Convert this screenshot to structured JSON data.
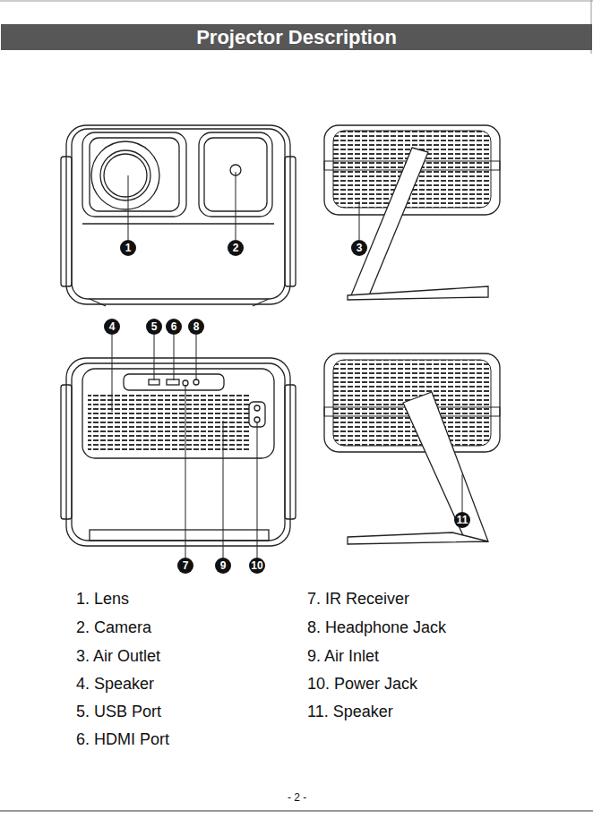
{
  "diagram": {
    "title": "Projector Description",
    "labels": [
      "1",
      "2",
      "3",
      "4",
      "5",
      "6",
      "8",
      "7",
      "9",
      "10",
      "11",
      "1. Lens",
      "2. Camera",
      "3. Air Outlet",
      "4. Speaker",
      "5. USB Port",
      "6. HDMI Port",
      "7. IR Receiver",
      "8. Headphone Jack",
      "9. Air Inlet",
      "10. Power Jack",
      "11. Speaker",
      "- 2 -"
    ]
  }
}
